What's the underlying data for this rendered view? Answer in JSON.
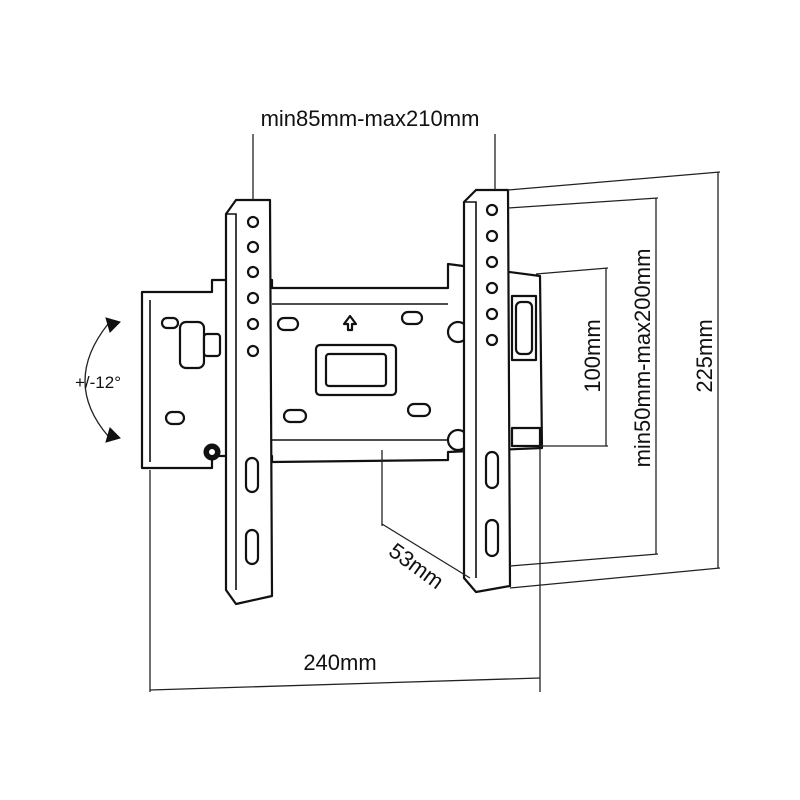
{
  "dimensions": {
    "horizontal_spacing": "min85mm-max210mm",
    "vertical_spacing": "min50mm-max200mm",
    "inner_height": "100mm",
    "total_height": "225mm",
    "depth": "53mm",
    "total_width": "240mm",
    "tilt": "+/-12°"
  },
  "colors": {
    "ink": "#111111",
    "background": "#ffffff"
  }
}
